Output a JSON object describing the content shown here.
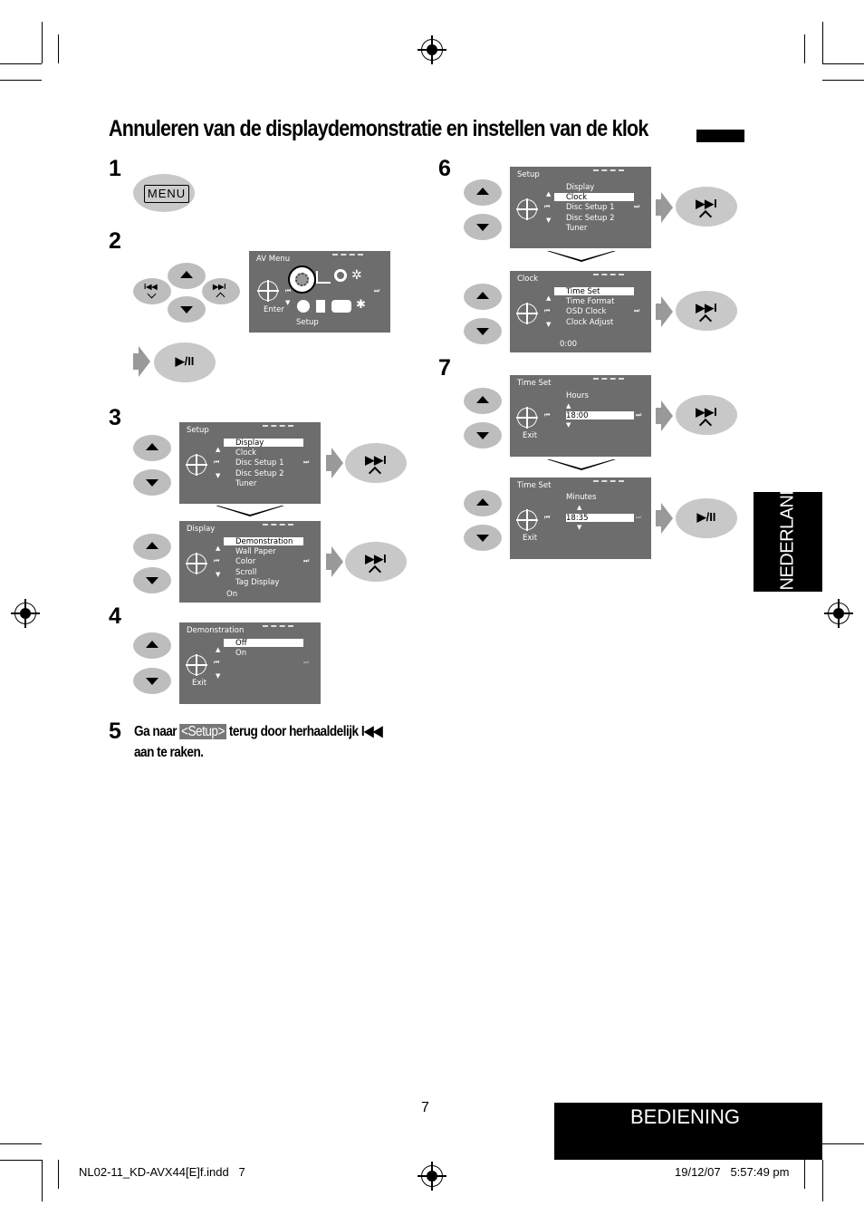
{
  "title": "Annuleren van de displaydemonstratie en instellen van de klok",
  "steps": {
    "s1": "1",
    "s2": "2",
    "s3": "3",
    "s4": "4",
    "s5": "5",
    "s6": "6",
    "s7": "7"
  },
  "buttons": {
    "menu": "MENU",
    "next": "▶▶I",
    "play_pause": "▶/II",
    "prev_small": "I◀◀",
    "next_small": "▶▶I"
  },
  "av_menu": {
    "title": "AV Menu",
    "enter": "Enter",
    "setup": "Setup"
  },
  "screens": {
    "s3a": {
      "title": "Setup",
      "items": [
        "Display",
        "Clock",
        "Disc Setup 1",
        "Disc Setup 2",
        "Tuner"
      ]
    },
    "s3b": {
      "title": "Display",
      "items": [
        "Demonstration",
        "Wall Paper",
        "Color",
        "Scroll",
        "Tag Display"
      ],
      "value": "On"
    },
    "s4": {
      "title": "Demonstration",
      "items": [
        "Off",
        "On"
      ],
      "exit": "Exit"
    },
    "s6a": {
      "title": "Setup",
      "items": [
        "Display",
        "Clock",
        "Disc Setup 1",
        "Disc Setup 2",
        "Tuner"
      ]
    },
    "s6b": {
      "title": "Clock",
      "items": [
        "Time Set",
        "Time Format",
        "OSD Clock",
        "Clock Adjust"
      ],
      "value": "0:00"
    },
    "s7a": {
      "title": "Time Set",
      "label": "Hours",
      "value": "18:00",
      "exit": "Exit"
    },
    "s7b": {
      "title": "Time Set",
      "label": "Minutes",
      "value": "18:35",
      "exit": "Exit"
    }
  },
  "step5": {
    "text_before": "Ga naar",
    "highlight": "<Setup>",
    "text_after": "terug door herhaaldelijk",
    "symbol": "I◀◀",
    "line2": "aan te raken."
  },
  "side_tab": "NEDERLANDS",
  "section_tab": "BEDIENING",
  "page_number": "7",
  "footer_left": "NL02-11_KD-AVX44[E]f.indd   7",
  "footer_right": "19/12/07   5:57:49 pm"
}
